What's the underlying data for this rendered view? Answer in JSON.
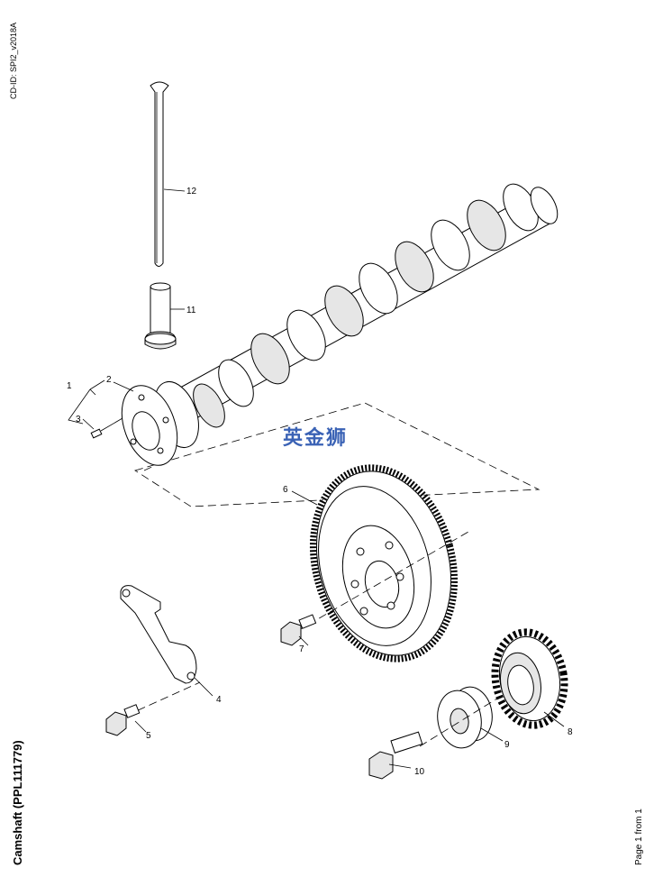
{
  "header": {
    "cd_id": "CD-ID: SPI2_v2018A"
  },
  "footer": {
    "title": "Camshaft (PPL111779)",
    "page_info": "Page 1 from 1"
  },
  "watermark": {
    "text": "英金狮"
  },
  "callouts": [
    "1",
    "2",
    "3",
    "4",
    "5",
    "6",
    "7",
    "8",
    "9",
    "10",
    "11",
    "12"
  ],
  "parts": [
    {
      "number": "1",
      "icon": "bracket-icon"
    },
    {
      "number": "2",
      "icon": "camshaft-icon"
    },
    {
      "number": "3",
      "icon": "pin-icon"
    },
    {
      "number": "4",
      "icon": "thrust-plate-icon"
    },
    {
      "number": "5",
      "icon": "bolt-icon"
    },
    {
      "number": "6",
      "icon": "camshaft-gear-icon"
    },
    {
      "number": "7",
      "icon": "bolt-icon"
    },
    {
      "number": "8",
      "icon": "gear-icon"
    },
    {
      "number": "9",
      "icon": "hub-icon"
    },
    {
      "number": "10",
      "icon": "bolt-icon"
    },
    {
      "number": "11",
      "icon": "tappet-icon"
    },
    {
      "number": "12",
      "icon": "push-rod-icon"
    }
  ],
  "colors": {
    "watermark": "#3a62b5",
    "line": "#000000",
    "fill": "#ffffff"
  }
}
